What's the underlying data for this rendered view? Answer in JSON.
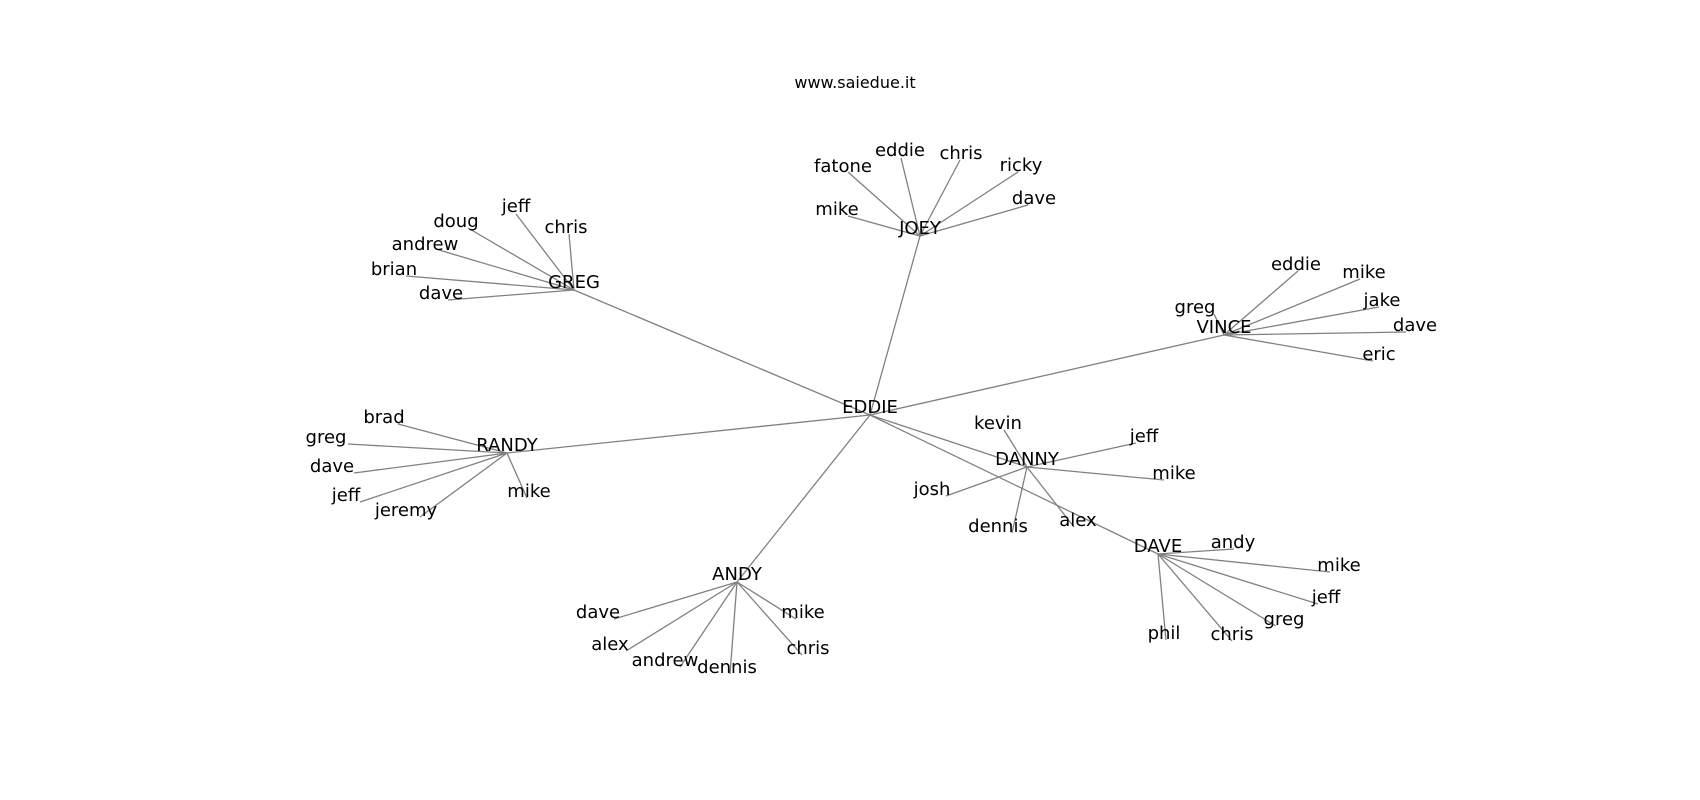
{
  "title": "www.saiedue.it",
  "graph": {
    "root": "EDDIE",
    "hubs": [
      {
        "id": "JOEY",
        "children": [
          "fatone",
          "eddie",
          "chris",
          "ricky",
          "mike",
          "dave"
        ]
      },
      {
        "id": "GREG",
        "children": [
          "jeff",
          "doug",
          "chris",
          "andrew",
          "brian",
          "dave"
        ]
      },
      {
        "id": "VINCE",
        "children": [
          "eddie",
          "mike",
          "jake",
          "greg",
          "dave",
          "eric"
        ]
      },
      {
        "id": "RANDY",
        "children": [
          "brad",
          "greg",
          "dave",
          "jeff",
          "jeremy",
          "mike"
        ]
      },
      {
        "id": "DANNY",
        "children": [
          "kevin",
          "jeff",
          "mike",
          "josh",
          "dennis",
          "alex"
        ]
      },
      {
        "id": "ANDY",
        "children": [
          "dave",
          "mike",
          "alex",
          "chris",
          "andrew",
          "dennis"
        ]
      },
      {
        "id": "DAVE",
        "children": [
          "andy",
          "mike",
          "jeff",
          "greg",
          "chris",
          "phil"
        ]
      }
    ]
  }
}
